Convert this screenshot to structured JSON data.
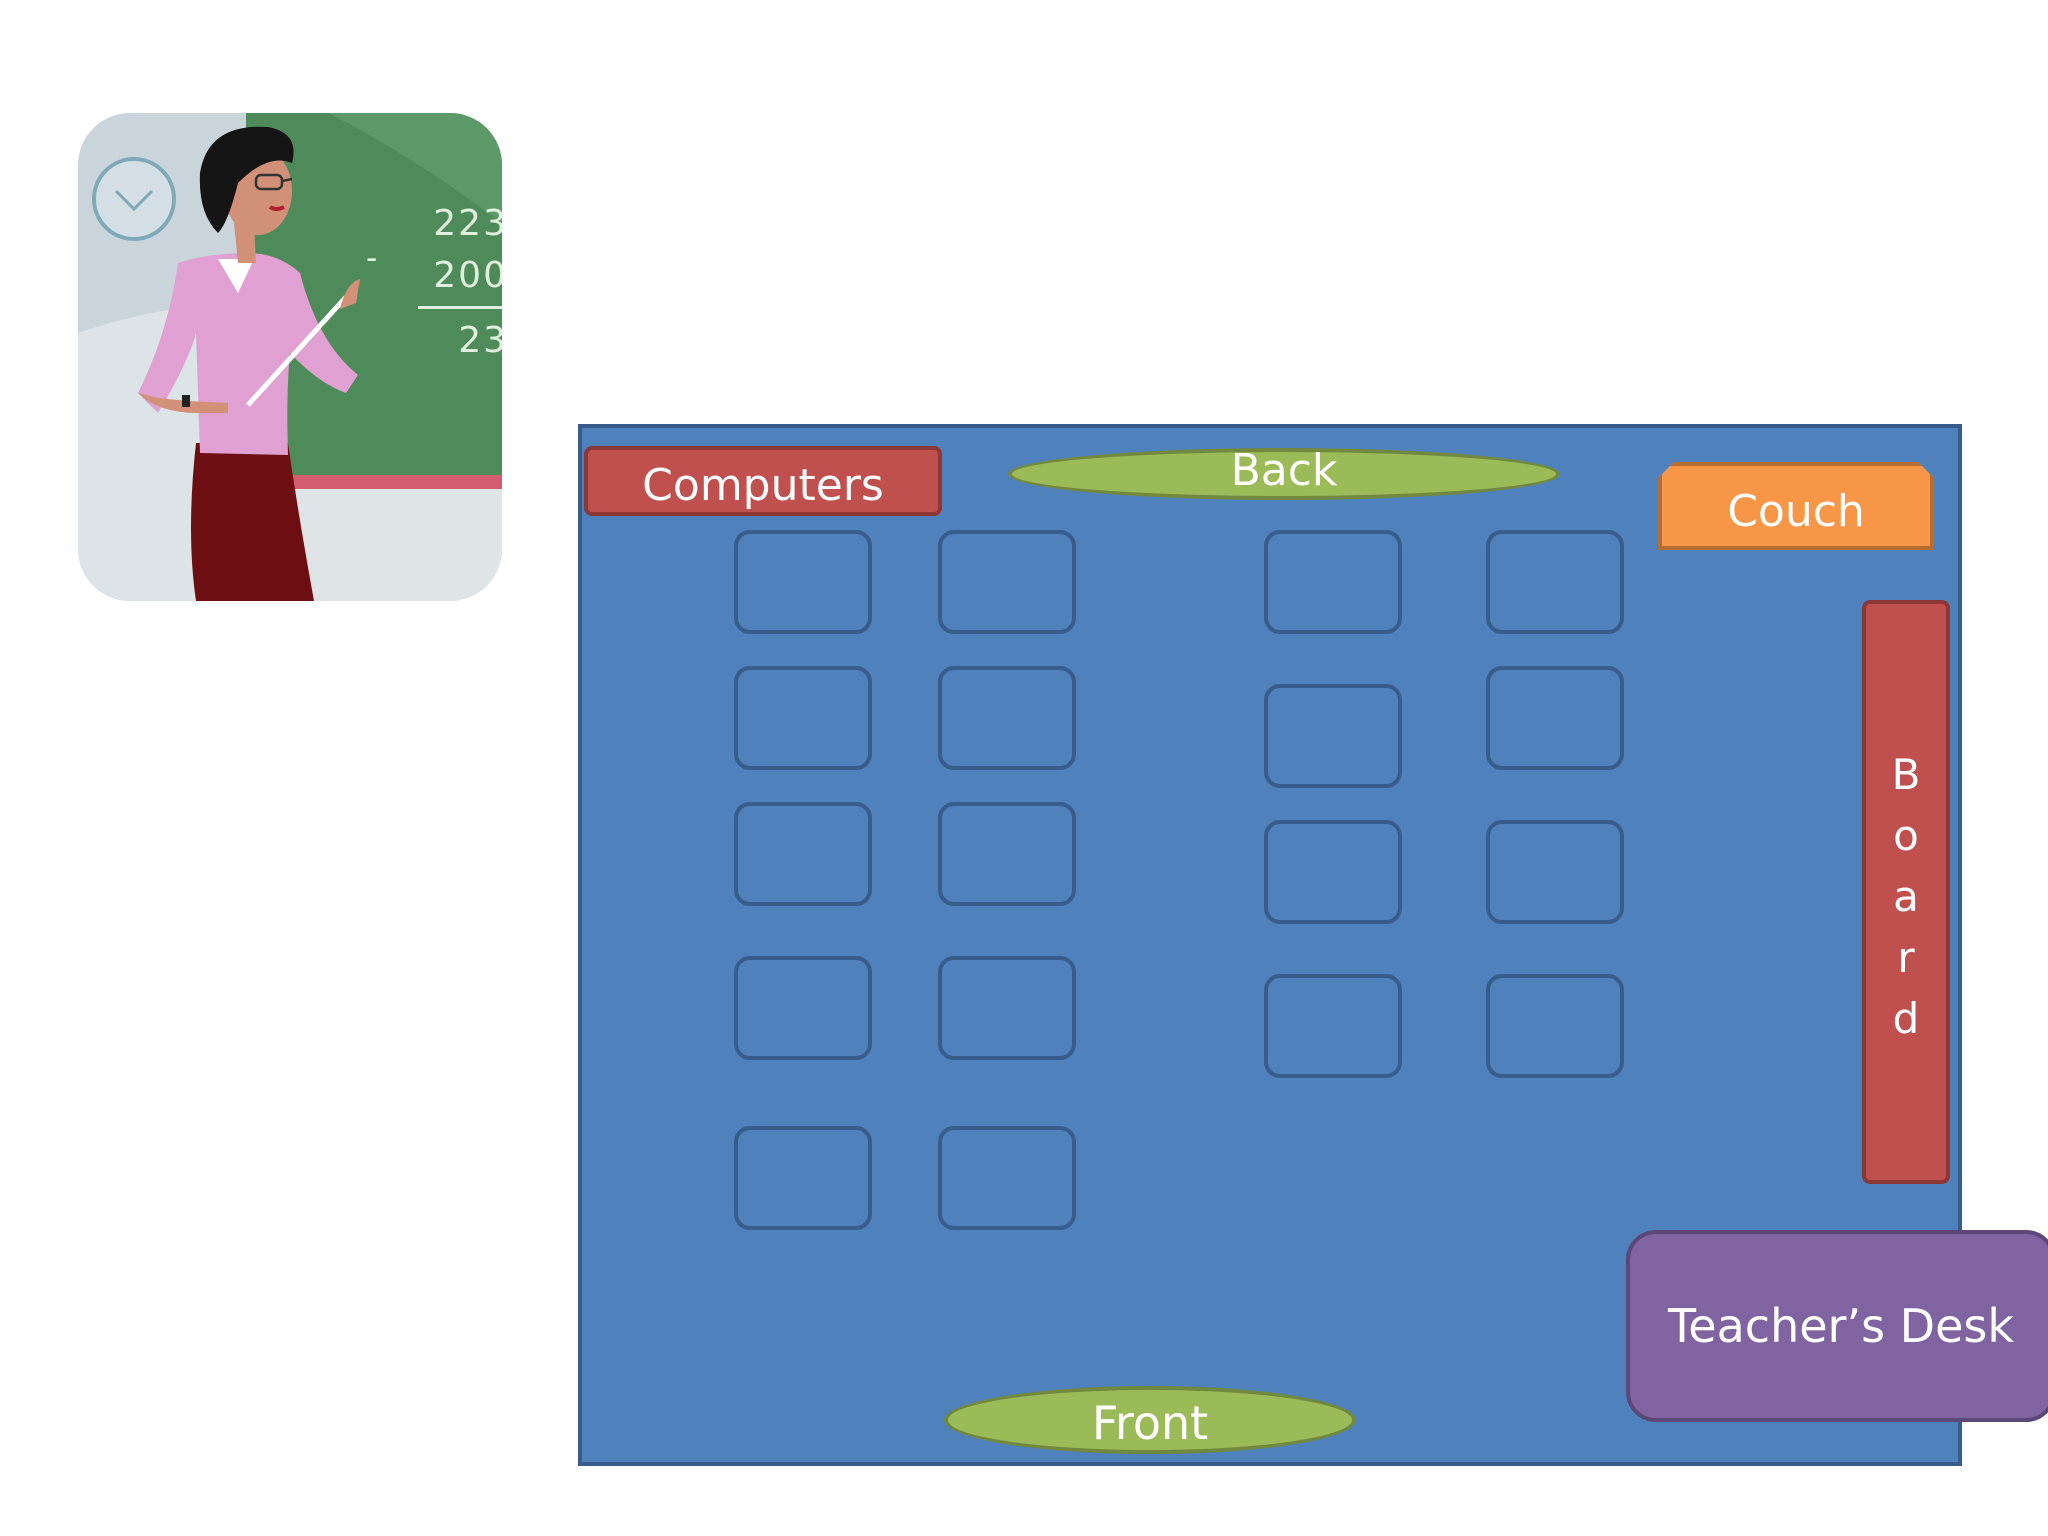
{
  "clipart": {
    "description_icon": "teacher-at-chalkboard-icon",
    "chalkboard": [
      "223",
      "200",
      "23"
    ],
    "minus": "-"
  },
  "room": {
    "labels": {
      "computers": "Computers",
      "back": "Back",
      "couch": "Couch",
      "board": [
        "B",
        "o",
        "a",
        "r",
        "d"
      ],
      "teachers_desk": "Teacher’s Desk",
      "front": "Front"
    },
    "desk_count": 18
  },
  "colors": {
    "floor": "#4f81bd",
    "floor_border": "#385d8a",
    "red": "#c0504d",
    "green": "#9bbb59",
    "orange": "#f79646",
    "purple": "#8064a2"
  }
}
